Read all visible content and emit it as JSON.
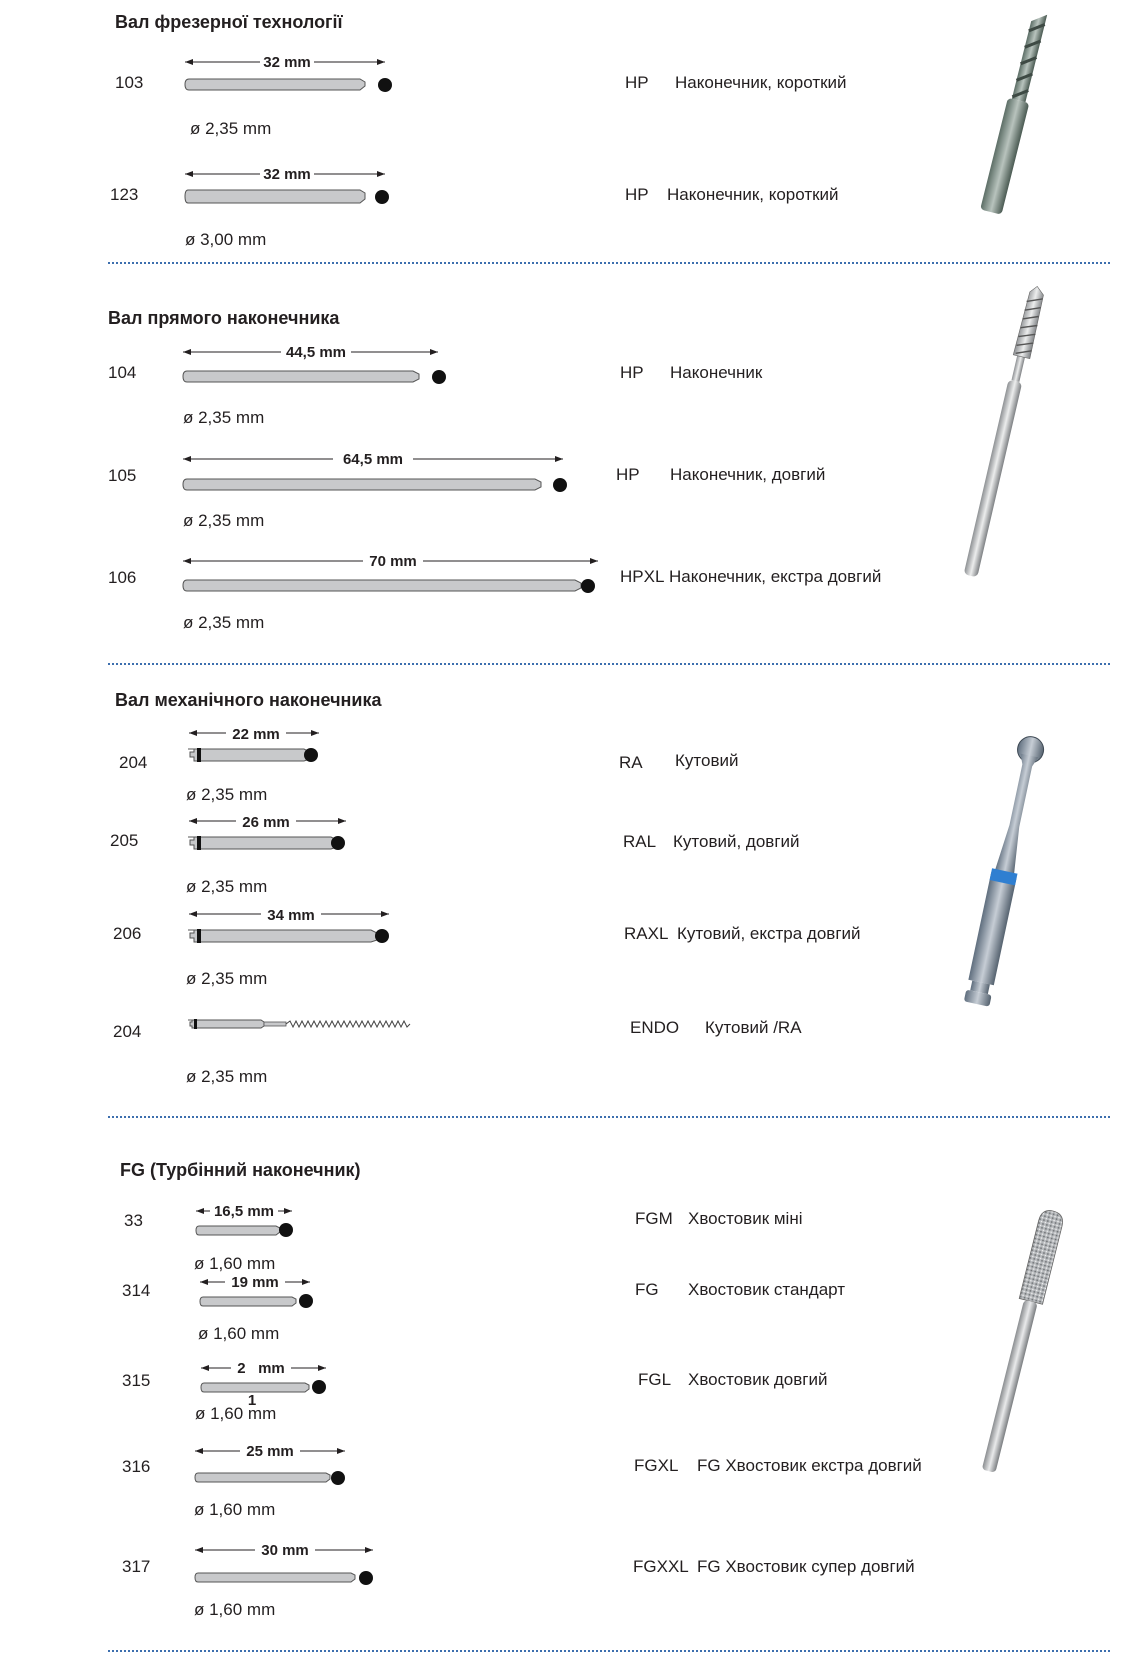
{
  "sections": [
    {
      "title": "Вал фрезерної технології",
      "rows": [
        {
          "code": "103",
          "length": "32 mm",
          "diameter": "ø 2,35 mm",
          "abbr": "HP",
          "desc": "Наконечник, короткий"
        },
        {
          "code": "123",
          "length": "32 mm",
          "diameter": "ø 3,00 mm",
          "abbr": "HP",
          "desc": "Наконечник, короткий"
        }
      ]
    },
    {
      "title": "Вал прямого наконечника",
      "rows": [
        {
          "code": "104",
          "length": "44,5 mm",
          "diameter": "ø 2,35 mm",
          "abbr": "HP",
          "desc": "Наконечник"
        },
        {
          "code": "105",
          "length": "64,5 mm",
          "diameter": "ø 2,35 mm",
          "abbr": "HP",
          "desc": "Наконечник, довгий"
        },
        {
          "code": "106",
          "length": "70 mm",
          "diameter": "ø 2,35 mm",
          "abbr": "HPXL",
          "desc": "Наконечник, екстра довгий"
        }
      ]
    },
    {
      "title": "Вал механічного наконечника",
      "rows": [
        {
          "code": "204",
          "length": "22 mm",
          "diameter": "ø 2,35 mm",
          "abbr": "RA",
          "desc": "Кутовий"
        },
        {
          "code": "205",
          "length": "26 mm",
          "diameter": "ø 2,35 mm",
          "abbr": "RAL",
          "desc": "Кутовий, довгий"
        },
        {
          "code": "206",
          "length": "34 mm",
          "diameter": "ø 2,35 mm",
          "abbr": "RAXL",
          "desc": "Кутовий, екстра довгий"
        },
        {
          "code": "204",
          "length": "",
          "diameter": "ø 2,35 mm",
          "abbr": "ENDO",
          "desc": "Кутовий /RA"
        }
      ]
    },
    {
      "title": "FG (Турбінний наконечник)",
      "rows": [
        {
          "code": "33",
          "length": "16,5 mm",
          "diameter": "ø 1,60 mm",
          "abbr": "FGM",
          "desc": "Хвостовик міні"
        },
        {
          "code": "314",
          "length": "19 mm",
          "diameter": "ø 1,60 mm",
          "abbr": "FG",
          "desc": "Хвостовик стандарт"
        },
        {
          "code": "315",
          "length": "2   mm",
          "length_sub": "1",
          "diameter": "ø 1,60 mm",
          "abbr": "FGL",
          "desc": "Хвостовик  довгий"
        },
        {
          "code": "316",
          "length": "25 mm",
          "diameter": "ø 1,60 mm",
          "abbr": "FGXL",
          "desc": "FG Хвостовик екстра довгий"
        },
        {
          "code": "317",
          "length": "30 mm",
          "diameter": "ø 1,60 mm",
          "abbr": "FGXXL",
          "desc": "FG Хвостовик супер довгий"
        }
      ]
    }
  ],
  "colors": {
    "shaft": "#c8c9cb",
    "shaft_stroke": "#555",
    "ball": "#111111",
    "divider": "#3d6fae",
    "ring": "#2f7fd1"
  },
  "icons": [
    "milling-bur-icon",
    "straight-bur-icon",
    "round-bur-icon",
    "diamond-bur-icon"
  ]
}
